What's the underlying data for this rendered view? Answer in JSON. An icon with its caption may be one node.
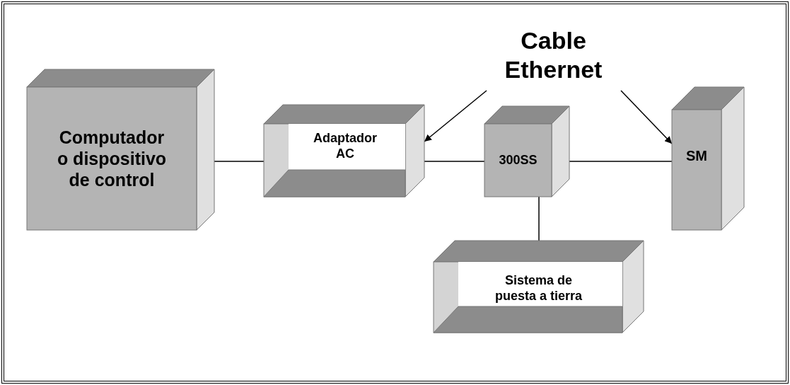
{
  "diagram": {
    "nodes": [
      {
        "text": [
          "Computador o dispositivo de control"
        ]
      },
      {
        "text": [
          "Adaptador AC"
        ]
      },
      {
        "text": [
          "300SS"
        ]
      },
      {
        "text": [
          "SM"
        ]
      },
      {
        "text": [
          "Sistema de puesta a tierra"
        ]
      },
      {
        "text": [
          "Cable Ethernet"
        ]
      }
    ],
    "edges": [
      {
        "from": 0,
        "to": 1,
        "arrow": "none"
      },
      {
        "from": 1,
        "to": 2,
        "arrow": "none"
      },
      {
        "from": 2,
        "to": 3,
        "arrow": "none"
      },
      {
        "from": 2,
        "to": 4,
        "arrow": "none"
      },
      {
        "from": 5,
        "to": 1,
        "arrow": "to"
      },
      {
        "from": 5,
        "to": 3,
        "arrow": "to"
      }
    ]
  }
}
